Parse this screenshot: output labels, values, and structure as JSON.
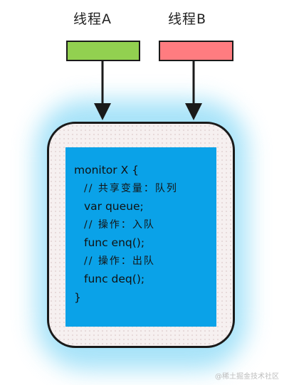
{
  "threads": [
    {
      "label": "线程A",
      "color": "#92d050"
    },
    {
      "label": "线程B",
      "color": "#ff7c80"
    }
  ],
  "monitor": {
    "panel_color": "#0aa2e8",
    "glow_color": "#9ee0f8",
    "code_lines": [
      {
        "text": "monitor X {",
        "kind": "code",
        "indent": 0
      },
      {
        "text": "// 共享变量：队列",
        "kind": "comment",
        "indent": 1
      },
      {
        "text": "var queue;",
        "kind": "code",
        "indent": 1
      },
      {
        "text": "// 操作：入队",
        "kind": "comment",
        "indent": 1
      },
      {
        "text": "func enq();",
        "kind": "code",
        "indent": 1
      },
      {
        "text": "// 操作：出队",
        "kind": "comment",
        "indent": 1
      },
      {
        "text": "func deq();",
        "kind": "code",
        "indent": 1
      },
      {
        "text": "}",
        "kind": "code",
        "indent": 0
      }
    ]
  },
  "watermark": "@稀土掘金技术社区"
}
